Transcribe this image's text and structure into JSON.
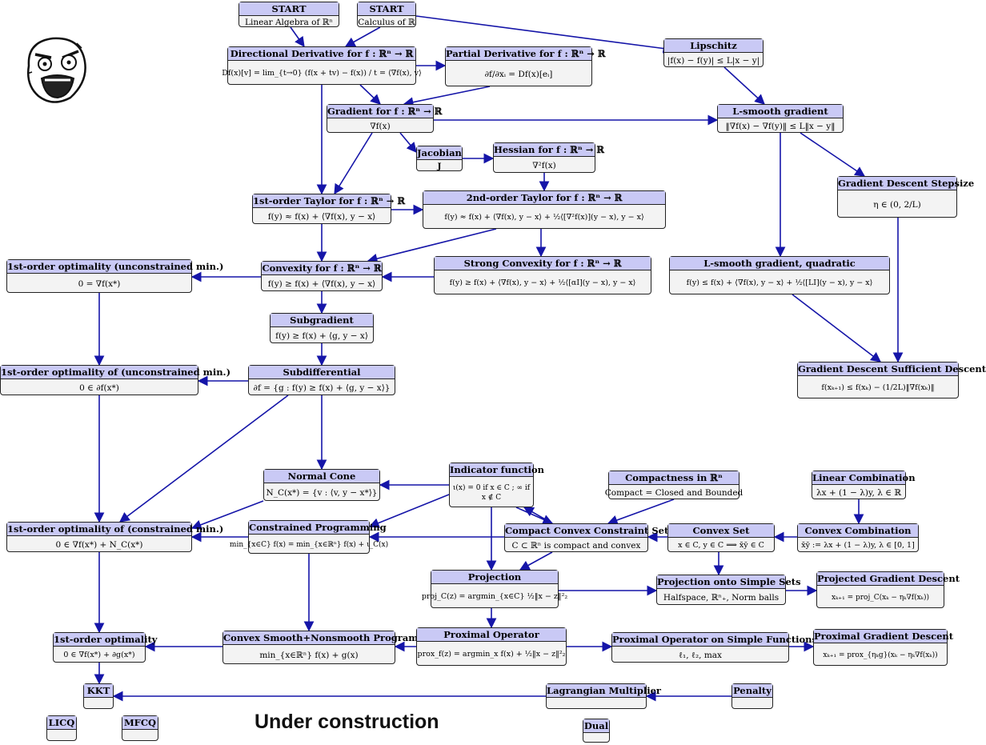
{
  "nodes": [
    {
      "id": "start_la",
      "title": "START",
      "body": "Linear Algebra of ℝⁿ"
    },
    {
      "id": "start_calc",
      "title": "START",
      "body": "Calculus of ℝ"
    },
    {
      "id": "dirderiv",
      "title": "Directional Derivative for f : ℝⁿ → ℝ",
      "body": "Df(x)[v] = lim_{t→0} (f(x + tv) − f(x)) / t = ⟨∇f(x), v⟩"
    },
    {
      "id": "partial",
      "title": "Partial Derivative for f : ℝⁿ → ℝ",
      "body": "∂f/∂xᵢ = Df(x)[eᵢ]"
    },
    {
      "id": "lipschitz",
      "title": "Lipschitz",
      "body": "|f(x) − f(y)| ≤ L|x − y|"
    },
    {
      "id": "gradient",
      "title": "Gradient for f : ℝⁿ → ℝ",
      "body": "∇f(x)"
    },
    {
      "id": "lsmooth",
      "title": "L-smooth gradient",
      "body": "‖∇f(x) − ∇f(y)‖ ≤ L‖x − y‖"
    },
    {
      "id": "jacobian",
      "title": "Jacobian",
      "body": "J"
    },
    {
      "id": "hessian",
      "title": "Hessian for f : ℝⁿ → ℝ",
      "body": "∇²f(x)"
    },
    {
      "id": "gd_step",
      "title": "Gradient Descent Stepsize",
      "body": "η ∈ (0, 2/L)"
    },
    {
      "id": "taylor1",
      "title": "1st-order Taylor for f : ℝⁿ → ℝ",
      "body": "f(y) ≈ f(x) + ⟨∇f(x), y − x⟩"
    },
    {
      "id": "taylor2",
      "title": "2nd-order Taylor for f : ℝⁿ → ℝ",
      "body": "f(y) ≈ f(x) + ⟨∇f(x), y − x⟩ + ½⟨[∇²f(x)](y − x), y − x⟩"
    },
    {
      "id": "opt_unc1",
      "title": "1st-order optimality (unconstrained min.)",
      "body": "0 = ∇f(x*)"
    },
    {
      "id": "convexity",
      "title": "Convexity for f : ℝⁿ → ℝ",
      "body": "f(y) ≥ f(x) + ⟨∇f(x), y − x⟩"
    },
    {
      "id": "strongconv",
      "title": "Strong Convexity for f : ℝⁿ → ℝ",
      "body": "f(y) ≥ f(x) + ⟨∇f(x), y − x⟩ + ½⟨[αI](y − x), y − x⟩"
    },
    {
      "id": "lsmooth_q",
      "title": "L-smooth gradient, quadratic",
      "body": "f(y) ≤ f(x) + ⟨∇f(x), y − x⟩ + ½⟨[LI](y − x), y − x⟩"
    },
    {
      "id": "subgradient",
      "title": "Subgradient",
      "body": "f(y) ≥ f(x) + ⟨g, y − x⟩"
    },
    {
      "id": "opt_unc2",
      "title": "1st-order optimality of (unconstrained min.)",
      "body": "0 ∈ ∂f(x*)"
    },
    {
      "id": "subdiff",
      "title": "Subdifferential",
      "body": "∂f = {g : f(y) ≥ f(x) + ⟨g, y − x⟩}"
    },
    {
      "id": "gd_suff",
      "title": "Gradient Descent Sufficient Descent",
      "body": "f(xₖ₊₁) ≤ f(xₖ) − (1/2L)‖∇f(xₖ)‖"
    },
    {
      "id": "normalcone",
      "title": "Normal Cone",
      "body": "N_C(x*) = {v : ⟨v, y − x*⟩}"
    },
    {
      "id": "indicator",
      "title": "Indicator function",
      "body": "ι(x) = 0 if x ∈ C ; ∞ if x ∉ C"
    },
    {
      "id": "compactness",
      "title": "Compactness in ℝⁿ",
      "body": "Compact = Closed and Bounded"
    },
    {
      "id": "lincomb",
      "title": "Linear Combination",
      "body": "λx + (1 − λ)y, λ ∈ ℝ"
    },
    {
      "id": "opt_con",
      "title": "1st-order optimality of (constrained min.)",
      "body": "0 ∈ ∇f(x*) + N_C(x*)"
    },
    {
      "id": "conprog",
      "title": "Constrained Programming",
      "body": "min_{x∈C} f(x) = min_{x∈ℝⁿ} f(x) + ι_C(x)"
    },
    {
      "id": "compconv",
      "title": "Compact Convex Constraint Set",
      "body": "C ⊂ ℝⁿ is compact and convex"
    },
    {
      "id": "convexset",
      "title": "Convex Set",
      "body": "x ∈ C, y ∈ C ⟹ x̄ȳ ∈ C"
    },
    {
      "id": "convcomb",
      "title": "Convex Combination",
      "body": "x̄ȳ := λx + (1 − λ)y, λ ∈ [0, 1]"
    },
    {
      "id": "projection",
      "title": "Projection",
      "body": "proj_C(z) = argmin_{x∈C} ½‖x − z‖²₂"
    },
    {
      "id": "projsimple",
      "title": "Projection onto Simple Sets",
      "body": "Halfspace, ℝⁿ₊, Norm balls"
    },
    {
      "id": "pgd",
      "title": "Projected Gradient Descent",
      "body": "xₖ₊₁ = proj_C(xₖ − ηₖ∇f(xₖ))"
    },
    {
      "id": "opt_first",
      "title": "1st-order optimality",
      "body": "0 ∈ ∇f(x*) + ∂g(x*)"
    },
    {
      "id": "csnp",
      "title": "Convex Smooth+Nonsmooth Program",
      "body": "min_{x∈ℝⁿ} f(x) + g(x)"
    },
    {
      "id": "proxop",
      "title": "Proximal Operator",
      "body": "prox_f(z) = argmin_x f(x) + ½‖x − z‖²₂"
    },
    {
      "id": "proxsimple",
      "title": "Proximal Operator on Simple Functions",
      "body": "ℓ₁, ℓ₂, max"
    },
    {
      "id": "proxgd",
      "title": "Proximal Gradient Descent",
      "body": "xₖ₊₁ = prox_{ηₖg}(xₖ − ηₖ∇f(xₖ))"
    },
    {
      "id": "kkt",
      "title": "KKT",
      "body": ""
    },
    {
      "id": "lagrange",
      "title": "Lagrangian Multiplier",
      "body": ""
    },
    {
      "id": "penalty",
      "title": "Penalty",
      "body": ""
    },
    {
      "id": "licq",
      "title": "LICQ",
      "body": ""
    },
    {
      "id": "mfcq",
      "title": "MFCQ",
      "body": ""
    },
    {
      "id": "dual",
      "title": "Dual",
      "body": ""
    }
  ],
  "caption": "Under construction",
  "colors": {
    "edge": "#1515a8",
    "header": "#c9c9f5",
    "body": "#f3f3f3",
    "border": "#222222"
  },
  "icons": [
    "rage-face-icon"
  ]
}
